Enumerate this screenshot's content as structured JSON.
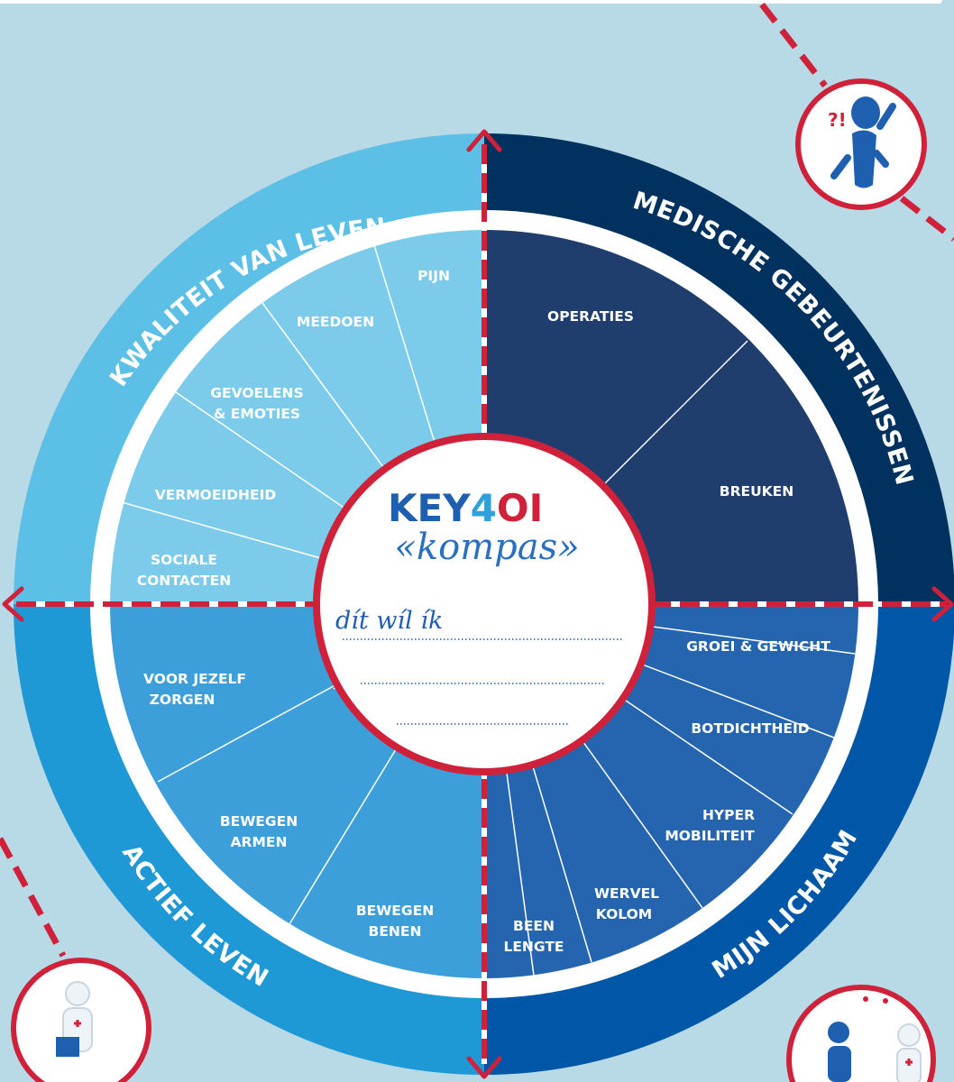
{
  "center": {
    "logo_key": "KEY",
    "logo_4": "4",
    "logo_oi": "OI",
    "logo_sub": "«kompas»",
    "prompt": "dít wíl ík"
  },
  "quadrants": {
    "kwaliteit": "KWALITEIT VAN LEVEN",
    "medisch": "MEDISCHE GEBEURTENISSEN",
    "actief": "ACTIEF LEVEN",
    "lichaam": "MIJN LICHAAM"
  },
  "segments": {
    "kwaliteit": [
      [
        "PIJN"
      ],
      [
        "MEEDOEN"
      ],
      [
        "GEVOELENS",
        "& EMOTIES"
      ],
      [
        "VERMOEIDHEID"
      ],
      [
        "SOCIALE",
        "CONTACTEN"
      ]
    ],
    "medisch": [
      [
        "OPERATIES"
      ],
      [
        "BREUKEN"
      ]
    ],
    "actief": [
      [
        "VOOR JEZELF",
        "ZORGEN"
      ],
      [
        "BEWEGEN",
        "ARMEN"
      ],
      [
        "BEWEGEN",
        "BENEN"
      ]
    ],
    "lichaam": [
      [
        "GROEI & GEWICHT"
      ],
      [
        "BOTDICHTHEID"
      ],
      [
        "HYPER",
        "MOBILITEIT"
      ],
      [
        "WERVEL",
        "KOLOM"
      ],
      [
        "BEEN",
        "LENGTE"
      ]
    ]
  },
  "colors": {
    "background": "#b8d9e6",
    "kwaliteit_ring": "#5bbfe6",
    "kwaliteit_inner": "#7ccbeb",
    "medisch_ring": "#00315f",
    "medisch_inner": "#1f3e6e",
    "actief_ring": "#1f98d6",
    "actief_inner": "#3d9fda",
    "lichaam_ring": "#0057a8",
    "lichaam_inner": "#2565b0",
    "accent_red": "#d0213a"
  }
}
